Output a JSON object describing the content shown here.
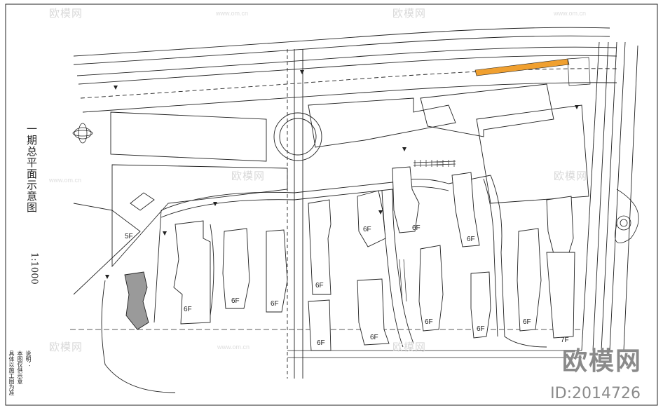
{
  "drawing": {
    "title_vertical": "一期总平面示意图",
    "scale": "1:1000",
    "notes": [
      "说明：",
      "本图仅供示意",
      "具体以施工图为准"
    ]
  },
  "watermark": {
    "text": "欧模网",
    "url": "www.om.cn",
    "brand": "欧模网",
    "id": "ID:2014726"
  },
  "floor_labels": [
    "6F",
    "6F",
    "6F",
    "6F",
    "6F",
    "6F",
    "6F",
    "6F",
    "6F",
    "6F",
    "6F",
    "6F",
    "5F",
    "7F"
  ],
  "colors": {
    "line": "#222222",
    "accent_strip": "#f0a030",
    "watermark": "#d9d9d9",
    "brand": "#8a8a8a"
  }
}
